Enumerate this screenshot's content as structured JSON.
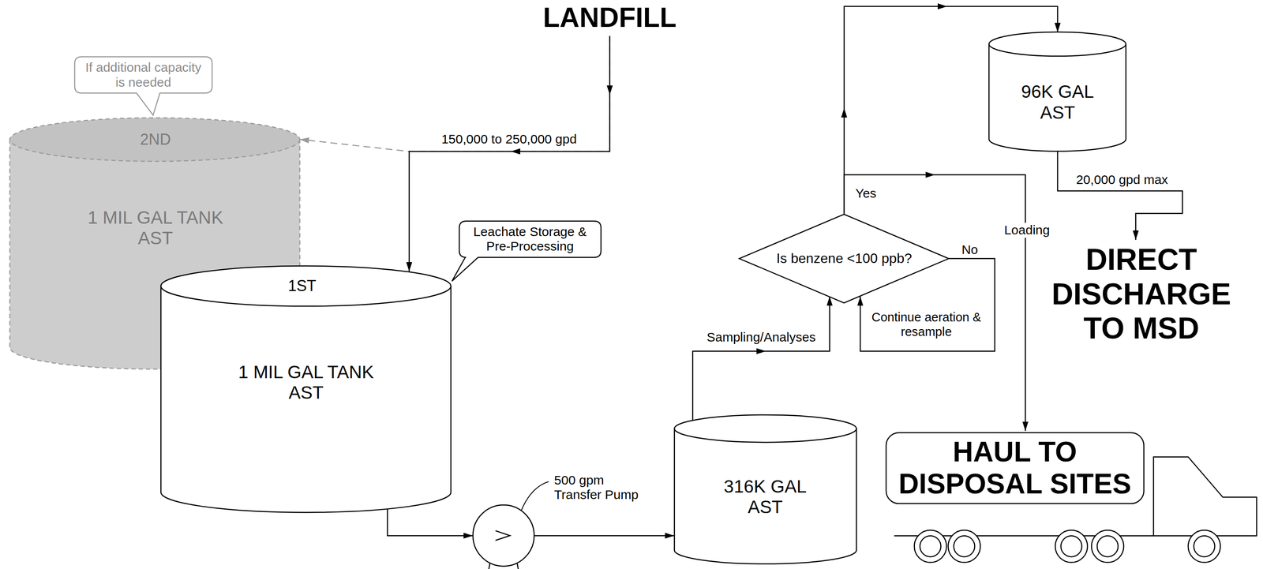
{
  "diagram": {
    "nodes": [
      {
        "text": [
          "LANDFILL"
        ]
      },
      {
        "text": [
          "If additional capacity is needed"
        ]
      },
      {
        "text": [
          "2ND",
          "1 MIL GAL TANK AST"
        ]
      },
      {
        "text": [
          "Leachate Storage & Pre-Processing"
        ]
      },
      {
        "text": [
          "1ST",
          "1 MIL GAL TANK AST"
        ]
      },
      {
        "text": [
          "500 gpm Transfer Pump"
        ]
      },
      {
        "text": [
          "316K GAL AST"
        ]
      },
      {
        "text": [
          "Is benzene <100 ppb?"
        ]
      },
      {
        "text": [
          "96K GAL AST"
        ]
      },
      {
        "text": [
          "HAUL TO DISPOSAL SITES"
        ]
      },
      {
        "text": [
          "DIRECT DISCHARGE TO MSD"
        ]
      }
    ],
    "edges": [
      {
        "from": 0,
        "to": 2,
        "arrow": "to"
      },
      {
        "from": 0,
        "to": 4,
        "label": "150,000 to 250,000 gpd",
        "arrow": "to"
      },
      {
        "from": 4,
        "to": 5,
        "arrow": "to"
      },
      {
        "from": 5,
        "to": 6,
        "arrow": "to"
      },
      {
        "from": 6,
        "to": 7,
        "label": "Sampling/Analyses",
        "arrow": "to"
      },
      {
        "from": 7,
        "to": 7,
        "label": "No",
        "arrow": "to"
      },
      {
        "from": 7,
        "to": 8,
        "label": "Yes",
        "arrow": "to"
      },
      {
        "from": 7,
        "to": 9,
        "label": "Loading",
        "arrow": "to"
      },
      {
        "from": 8,
        "to": 10,
        "label": "20,000 gpd max",
        "arrow": "to"
      }
    ],
    "labels": [
      "Continue aeration & resample"
    ]
  }
}
